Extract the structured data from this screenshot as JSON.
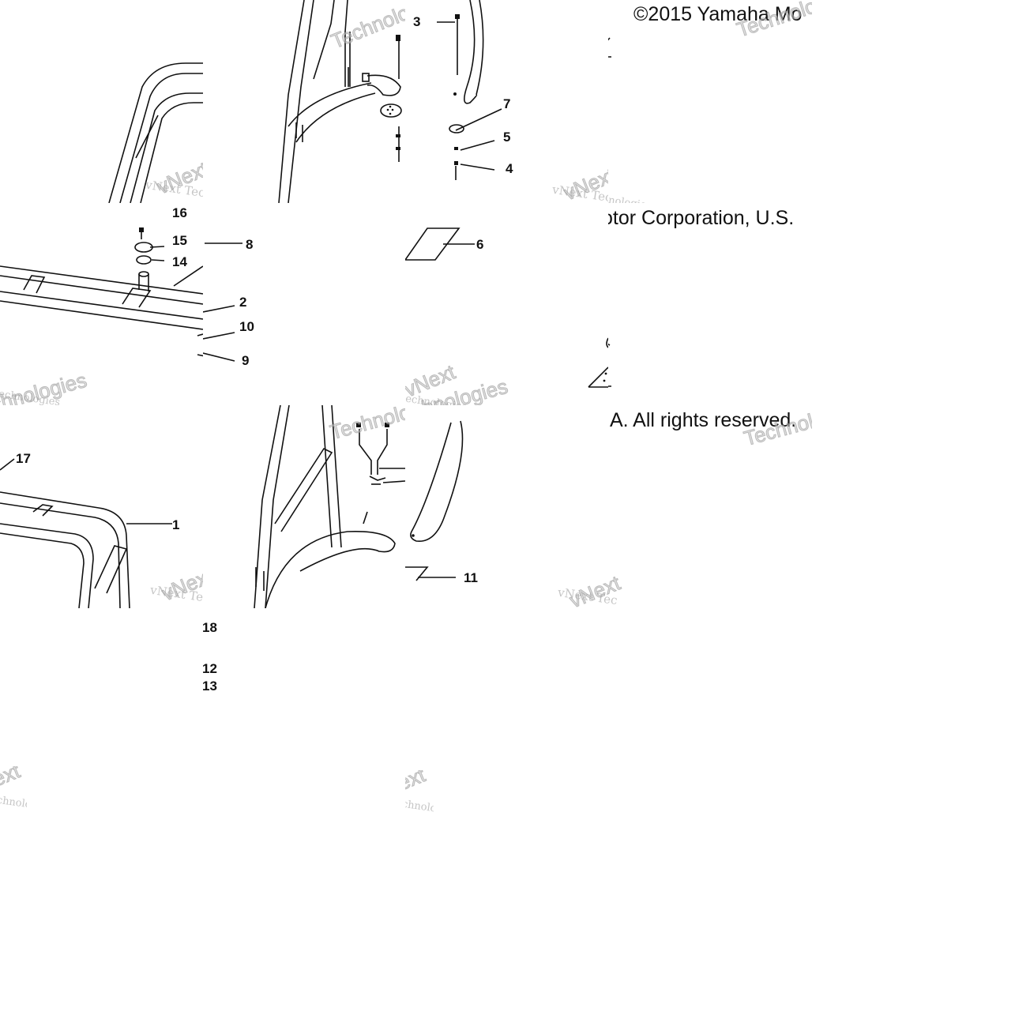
{
  "copyright": {
    "line1": "©2015 Yamaha Mo",
    "line2": "otor Corporation, U.S.",
    "line3": "A. All rights reserved."
  },
  "watermark": {
    "small": "vNext Tec",
    "big": "vNext",
    "technologies": "Technologies",
    "tech_fragment": "echnologies",
    "logies": "nologies"
  },
  "callouts": {
    "c1": "1",
    "c2": "2",
    "c3": "3",
    "c4": "4",
    "c5": "5",
    "c6": "6",
    "c7": "7",
    "c8": "8",
    "c9": "9",
    "c10": "10",
    "c11": "11",
    "c12": "12",
    "c13": "13",
    "c14": "14",
    "c15": "15",
    "c16": "16",
    "c17": "17",
    "c18": "18"
  },
  "colors": {
    "line": "#111111",
    "watermark": "#999999"
  }
}
